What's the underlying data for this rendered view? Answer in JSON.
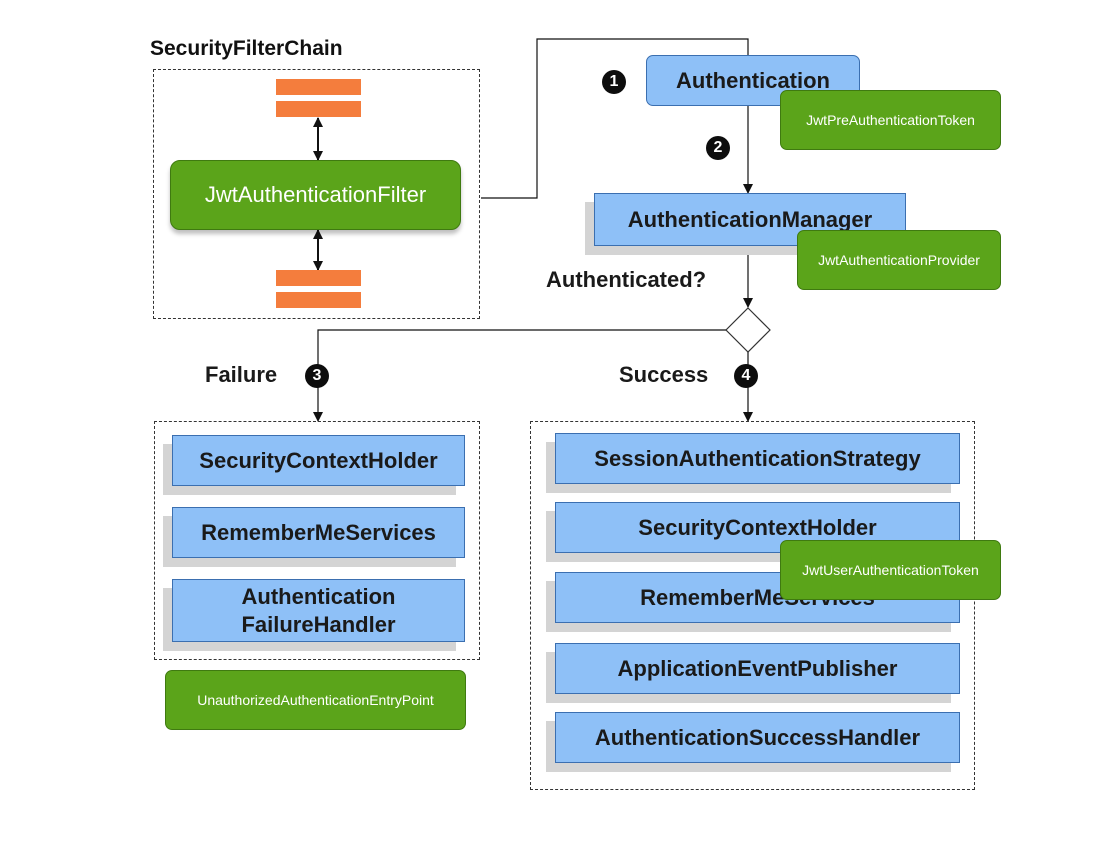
{
  "chain_title": "SecurityFilterChain",
  "filter": {
    "label": "JwtAuthenticationFilter"
  },
  "authentication": {
    "label": "Authentication",
    "token": "JwtPreAuthenticationToken",
    "step": "1"
  },
  "manager": {
    "label": "AuthenticationManager",
    "provider": "JwtAuthenticationProvider",
    "step": "2"
  },
  "decision": {
    "label": "Authenticated?"
  },
  "failure": {
    "label": "Failure",
    "step": "3",
    "items": [
      "SecurityContextHolder",
      "RememberMeServices",
      "Authentication FailureHandler"
    ],
    "entry_point": "UnauthorizedAuthenticationEntryPoint"
  },
  "success": {
    "label": "Success",
    "step": "4",
    "items": [
      "SessionAuthenticationStrategy",
      "SecurityContextHolder",
      "RememberMeServices",
      "ApplicationEventPublisher",
      "AuthenticationSuccessHandler"
    ],
    "user_token": "JwtUserAuthenticationToken"
  },
  "colors": {
    "blue": "#8ec0f7",
    "green": "#5ba41a",
    "orange": "#f47d3d"
  }
}
